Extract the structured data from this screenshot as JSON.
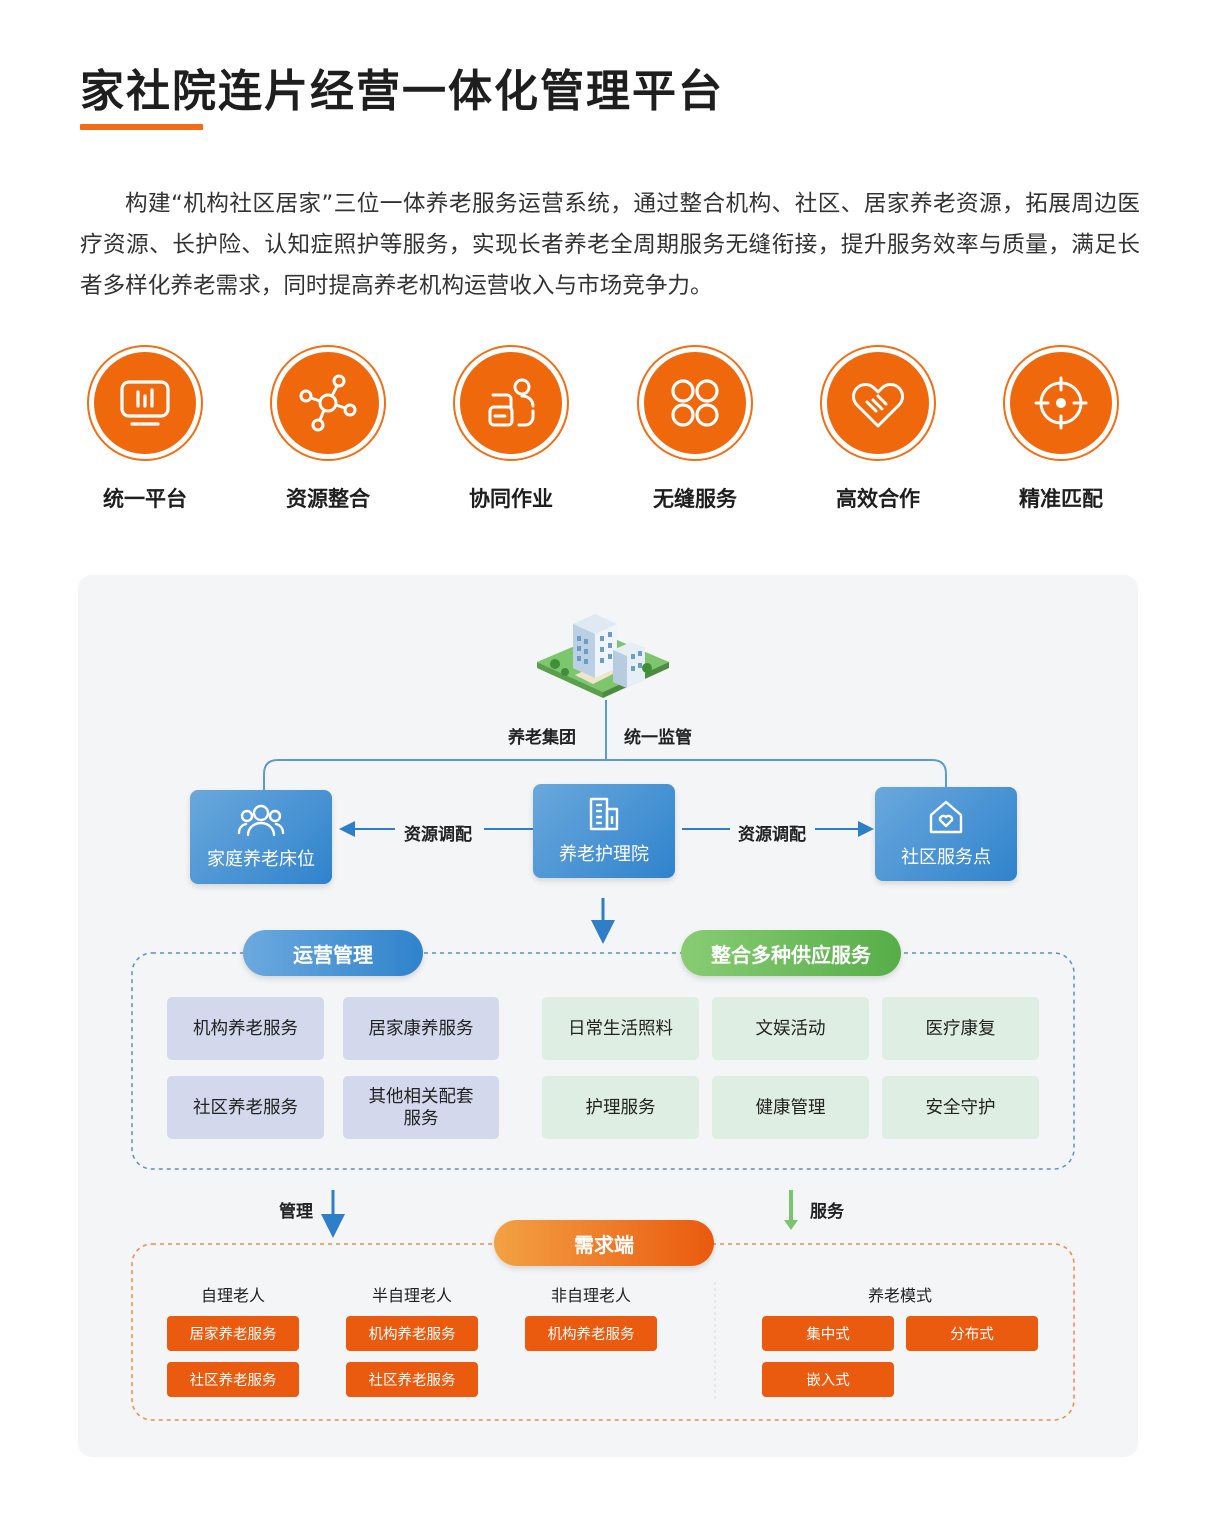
{
  "header": {
    "title": "家社院连片经营一体化管理平台",
    "intro": "构建“机构社区居家”三位一体养老服务运营系统，通过整合机构、社区、居家养老资源，拓展周边医疗资源、长护险、认知症照护等服务，实现长者养老全周期服务无缝衔接，提升服务效率与质量，满足长者多样化养老需求，同时提高养老机构运营收入与市场竞争力。"
  },
  "features": [
    {
      "label": "统一平台",
      "icon": "monitor-chart-icon"
    },
    {
      "label": "资源整合",
      "icon": "network-nodes-icon"
    },
    {
      "label": "协同作业",
      "icon": "collaboration-icon"
    },
    {
      "label": "无缝服务",
      "icon": "four-circles-icon"
    },
    {
      "label": "高效合作",
      "icon": "heart-handshake-icon"
    },
    {
      "label": "精准匹配",
      "icon": "target-icon"
    }
  ],
  "diagram": {
    "top_left_label": "养老集团",
    "top_right_label": "统一监管",
    "nodes": {
      "left": "家庭养老床位",
      "center": "养老护理院",
      "right": "社区服务点"
    },
    "edge_left": "资源调配",
    "edge_right": "资源调配",
    "ops_title": "运营管理",
    "supply_title": "整合多种供应服务",
    "ops_items": [
      "机构养老服务",
      "居家康养服务",
      "社区养老服务",
      "其他相关配套服务"
    ],
    "supply_items": [
      "日常生活照料",
      "文娱活动",
      "医疗康复",
      "护理服务",
      "健康管理",
      "安全守护"
    ],
    "manage_label": "管理",
    "service_label": "服务",
    "demand_title": "需求端",
    "groups": [
      {
        "label": "自理老人",
        "tags": [
          "居家养老服务",
          "社区养老服务"
        ]
      },
      {
        "label": "半自理老人",
        "tags": [
          "机构养老服务",
          "社区养老服务"
        ]
      },
      {
        "label": "非自理老人",
        "tags": [
          "机构养老服务"
        ]
      }
    ],
    "modes": {
      "label": "养老模式",
      "tags": [
        "集中式",
        "分布式",
        "嵌入式"
      ]
    }
  },
  "colors": {
    "accent_orange": "#f0680c",
    "node_blue": "#2f83cc",
    "ops_cell": "#d4d8ec",
    "supply_cell": "#dfeee2",
    "supply_pill_green": "#6cbe5a",
    "panel_bg": "#f4f5f6"
  }
}
